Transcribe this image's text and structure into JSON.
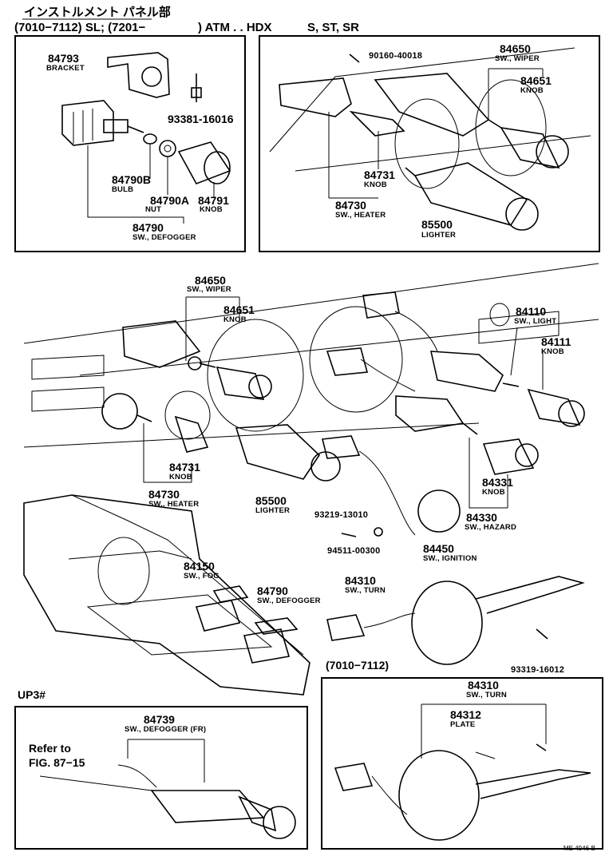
{
  "header": {
    "title_jp": "インストルメント パネル部",
    "range_line": "(7010−7112) SL; (7201−",
    "range_line_2": ") ATM . . HDX",
    "models": "S, ST, SR"
  },
  "top_left": {
    "parts": [
      {
        "no": "84793",
        "name": "BRACKET"
      },
      {
        "no": "93381-16016",
        "name": ""
      },
      {
        "no": "84790B",
        "name": "BULB"
      },
      {
        "no": "84790A",
        "name": "NUT"
      },
      {
        "no": "84791",
        "name": "KNOB"
      },
      {
        "no": "84790",
        "name": "SW., DEFOGGER"
      }
    ]
  },
  "top_right": {
    "parts": [
      {
        "no": "90160-40018",
        "name": ""
      },
      {
        "no": "84650",
        "name": "SW., WIPER"
      },
      {
        "no": "84651",
        "name": "KNOB"
      },
      {
        "no": "84731",
        "name": "KNOB"
      },
      {
        "no": "84730",
        "name": "SW., HEATER"
      },
      {
        "no": "85500",
        "name": "LIGHTER"
      }
    ]
  },
  "main": {
    "parts": [
      {
        "no": "84650",
        "name": "SW., WIPER"
      },
      {
        "no": "84651",
        "name": "KNOB"
      },
      {
        "no": "84110",
        "name": "SW., LIGHT"
      },
      {
        "no": "84111",
        "name": "KNOB"
      },
      {
        "no": "84731",
        "name": "KNOB"
      },
      {
        "no": "84730",
        "name": "SW., HEATER"
      },
      {
        "no": "85500",
        "name": "LIGHTER"
      },
      {
        "no": "84331",
        "name": "KNOB"
      },
      {
        "no": "84330",
        "name": "SW., HAZARD"
      },
      {
        "no": "93219-13010",
        "name": ""
      },
      {
        "no": "94511-00300",
        "name": ""
      },
      {
        "no": "84450",
        "name": "SW., IGNITION"
      },
      {
        "no": "84150",
        "name": "SW., FOG"
      },
      {
        "no": "84790",
        "name": "SW., DEFOGGER"
      },
      {
        "no": "84310",
        "name": "SW., TURN"
      },
      {
        "no": "93319-16012",
        "name": ""
      }
    ]
  },
  "bottom_left": {
    "tag": "UP3#",
    "parts": [
      {
        "no": "84739",
        "name": "SW., DEFOGGER (FR)"
      }
    ],
    "refer_1": "Refer to",
    "refer_2": "FIG. 87−15"
  },
  "bottom_right": {
    "range": "(7010−7112)",
    "parts": [
      {
        "no": "84310",
        "name": "SW., TURN"
      },
      {
        "no": "84312",
        "name": "PLATE"
      }
    ]
  },
  "footer": {
    "code": "ME 4946-B"
  }
}
